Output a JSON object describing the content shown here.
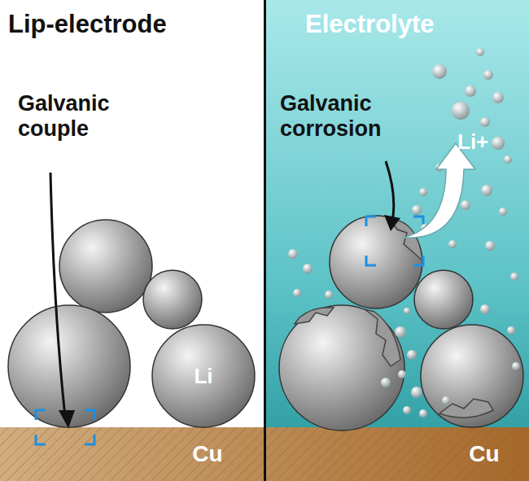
{
  "diagram": {
    "nodes": [
      {
        "text": [
          "Li"
        ]
      },
      {
        "text": [
          "Cu"
        ]
      },
      {
        "text": [
          "Cu"
        ]
      }
    ],
    "labels": [
      "Lip-electrode",
      "Galvanic couple",
      "Electrolyte",
      "Galvanic corrosion",
      "Li+"
    ]
  }
}
